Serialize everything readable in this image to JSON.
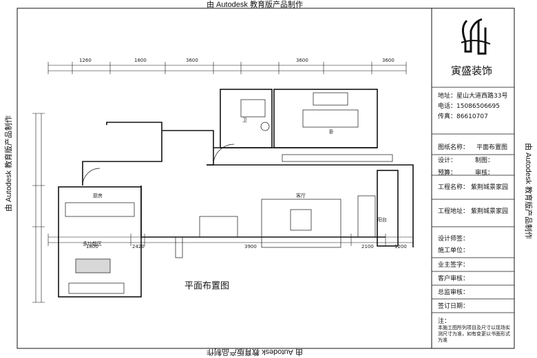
{
  "watermark": "由 Autodesk 教育版产品制作",
  "company": {
    "name": "寅盛装饰",
    "address": "地址：星山大道西路33号",
    "phone": "电话：15086506695",
    "fax": "传真：86610707"
  },
  "title_block": {
    "drawing_name": "图纸名称：",
    "drawing_name_value": "平面布置图",
    "design": "设计：",
    "design_value": "",
    "drawing": "制图：",
    "budget": "预算：",
    "review": "审核：",
    "project1": "工程名称：",
    "project1_value": "紫荆城景家园",
    "project2": "工程地址：",
    "project2_value": "紫荆城景家园",
    "designer_sign": "设计师签：",
    "construction_sign": "施工单位：",
    "owner_sign": "业主签字：",
    "client_review": "客户审核：",
    "manager_review": "总监审核：",
    "date": "签订日期：",
    "note_label": "注：",
    "note_text": "本施工图所列项目及尺寸以现场实测尺寸为准，如有变更以书面形式为准"
  },
  "plan_title": "平面布置图",
  "rooms": {
    "bathroom": "卫",
    "bedroom": "卧",
    "living": "客厅",
    "kitchen": "厨房",
    "multi": "多功能区",
    "balcony": "阳台"
  },
  "dims_top": [
    "1260",
    "1800",
    "3600",
    "3600",
    "3600"
  ],
  "dims_bottom": [
    "1800",
    "2420",
    "3900",
    "2100",
    "1200"
  ]
}
